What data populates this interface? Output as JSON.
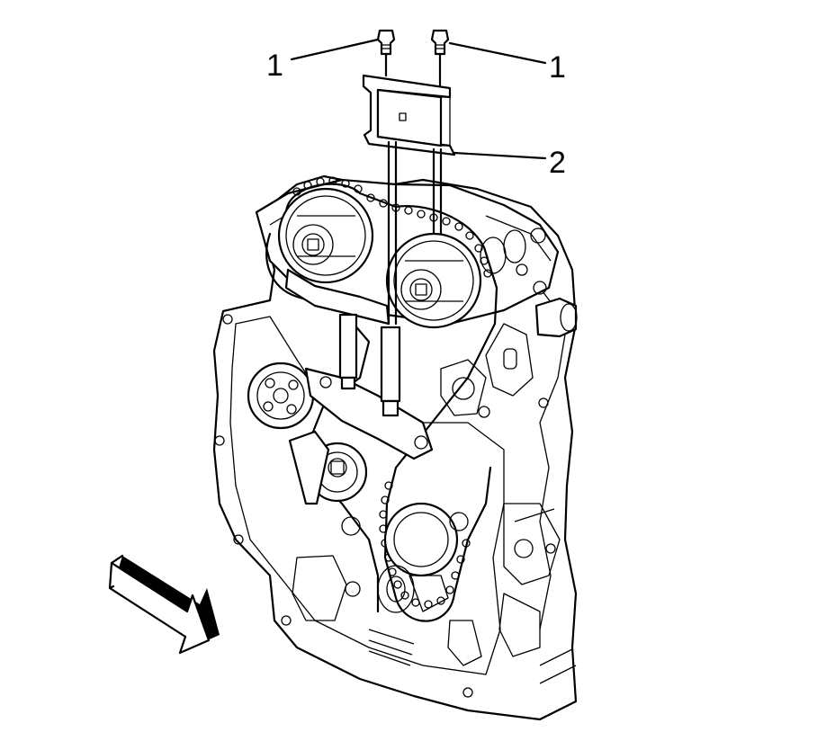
{
  "diagram": {
    "callouts": [
      {
        "id": "bolt-left",
        "label": "1"
      },
      {
        "id": "bolt-right",
        "label": "1"
      },
      {
        "id": "camshaft-holding-tool",
        "label": "2"
      }
    ],
    "view_arrow": "front-view-arrow"
  }
}
